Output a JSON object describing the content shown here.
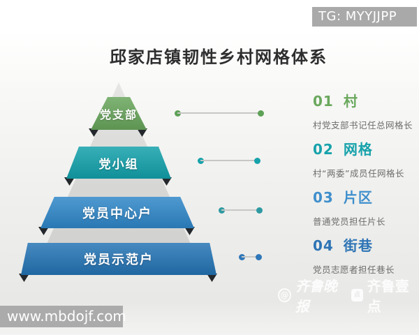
{
  "watermark_top": "TG: MYYJJPP",
  "title": "邱家店镇韧性乡村网格体系",
  "pyramid": {
    "levels": [
      {
        "label": "党支部",
        "color": "#67a55b"
      },
      {
        "label": "党小组",
        "color": "#12a0aa"
      },
      {
        "label": "党员中心户",
        "color": "#2e86c8"
      },
      {
        "label": "党员示范户",
        "color": "#2373b4"
      }
    ]
  },
  "items": [
    {
      "number": "01",
      "name": "村",
      "desc": "村党支部书记任总网格长",
      "color": "#6aa85d",
      "dot_color": "#5da156"
    },
    {
      "number": "02",
      "name": "网格",
      "desc": "村“两委”成员任网格长",
      "color": "#17a2ab",
      "dot_color": "#17a2ab"
    },
    {
      "number": "03",
      "name": "片区",
      "desc": "普通党员担任片长",
      "color": "#3f8fcc",
      "dot_color": "#2e9aa2"
    },
    {
      "number": "04",
      "name": "街巷",
      "desc": "党员志愿者担任巷长",
      "color": "#2d74b5",
      "dot_color": "#2e77b8"
    }
  ],
  "brand": {
    "at_symbol": "@",
    "paper": "齐鲁晚报",
    "app_icon": "点",
    "app": "齐鲁壹点"
  },
  "watermark_bottom": "www.mbdojf.com"
}
